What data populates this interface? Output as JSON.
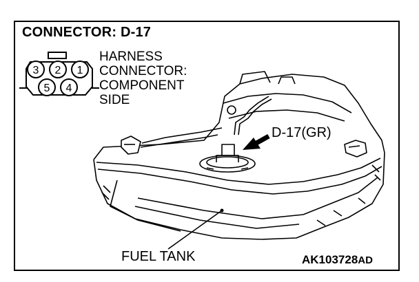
{
  "title": "CONNECTOR: D-17",
  "connector_view": {
    "description_lines": [
      "HARNESS",
      "CONNECTOR:",
      "COMPONENT",
      "SIDE"
    ],
    "pins_top": [
      "3",
      "2",
      "1"
    ],
    "pins_bottom": [
      "5",
      "4"
    ]
  },
  "callouts": {
    "connector": "D-17(GR)",
    "tank": "FUEL TANK"
  },
  "figure_code": {
    "main": "AK103728",
    "suffix": "AD"
  }
}
